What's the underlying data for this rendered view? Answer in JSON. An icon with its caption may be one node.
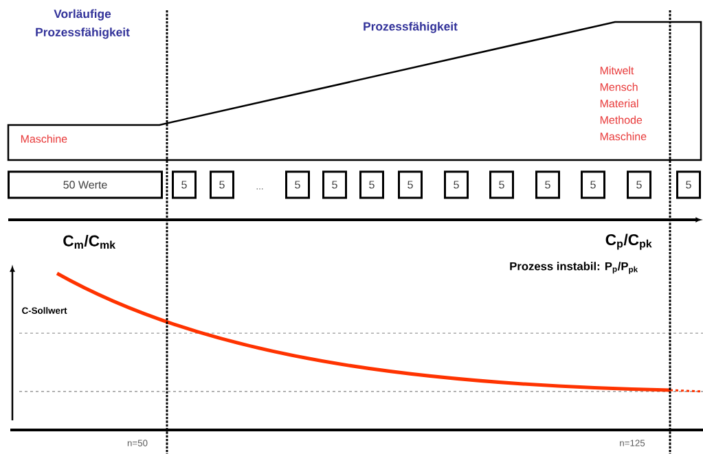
{
  "diagram": {
    "nodes": [
      {
        "text": [
          "Maschine",
          "Mitwelt Mensch Material Methode Maschine"
        ]
      },
      {
        "text": [
          "50 Werte"
        ]
      },
      {
        "text": [
          "5"
        ]
      },
      {
        "text": [
          "5"
        ]
      },
      {
        "text": [
          "5"
        ]
      },
      {
        "text": [
          "5"
        ]
      },
      {
        "text": [
          "5"
        ]
      },
      {
        "text": [
          "5"
        ]
      },
      {
        "text": [
          "5"
        ]
      },
      {
        "text": [
          "5"
        ]
      },
      {
        "text": [
          "5"
        ]
      },
      {
        "text": [
          "5"
        ]
      },
      {
        "text": [
          "5"
        ]
      },
      {
        "text": [
          "5"
        ]
      }
    ],
    "labels": [
      "Vorläufige Prozessfähigkeit",
      "Prozessfähigkeit",
      "...",
      "C$_{m}$/C$_{mk}$",
      "C$_{p}$/C$_{pk}$",
      "Prozess instabil: P$_{p}$/P$_{pk}$",
      "C-Sollwert",
      "n=50",
      "n=125"
    ]
  }
}
